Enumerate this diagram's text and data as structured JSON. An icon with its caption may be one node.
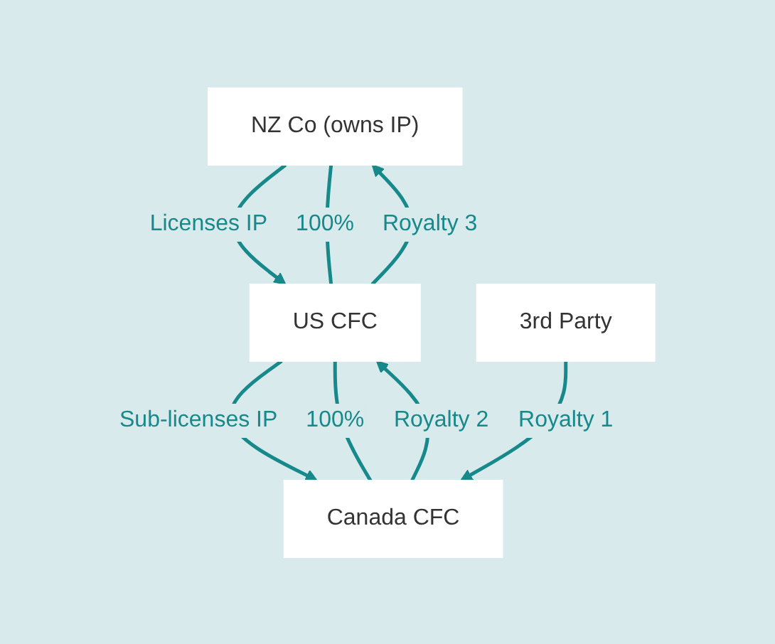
{
  "diagram": {
    "nodes": [
      {
        "text": [
          "NZ Co (owns IP)"
        ]
      },
      {
        "text": [
          "US CFC"
        ]
      },
      {
        "text": [
          "Canada CFC"
        ]
      },
      {
        "text": [
          "3rd Party"
        ]
      }
    ],
    "edges": [
      {
        "from": 0,
        "to": 1,
        "arrow": "to",
        "label": "Licenses IP"
      },
      {
        "from": 0,
        "to": 1,
        "arrow": "none",
        "label": "100%"
      },
      {
        "from": 1,
        "to": 0,
        "arrow": "to",
        "label": "Royalty 3"
      },
      {
        "from": 1,
        "to": 2,
        "arrow": "to",
        "label": "Sub-licenses IP"
      },
      {
        "from": 1,
        "to": 2,
        "arrow": "none",
        "label": "100%"
      },
      {
        "from": 2,
        "to": 1,
        "arrow": "to",
        "label": "Royalty 2"
      },
      {
        "from": 3,
        "to": 2,
        "arrow": "to",
        "label": "Royalty 1"
      }
    ]
  }
}
